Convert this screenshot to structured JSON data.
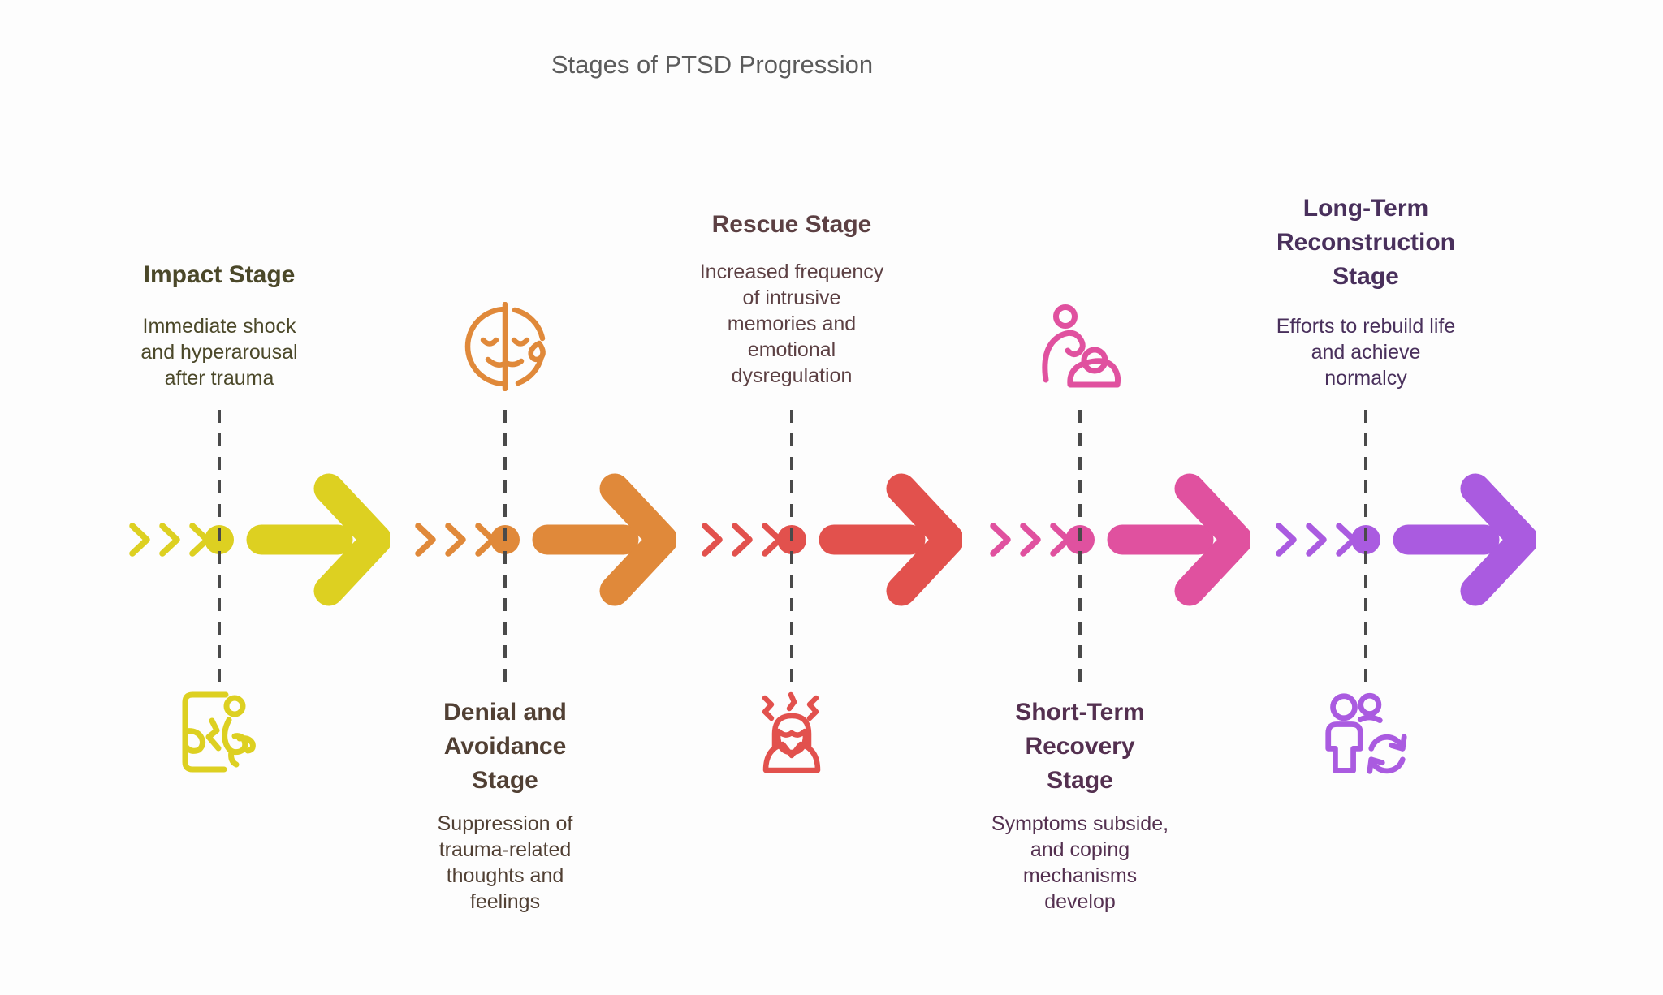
{
  "page_title": "Stages of PTSD Progression",
  "title_color": "#5b5b5b",
  "background_color": "#fdfdfd",
  "connector_color": "#4a4a4a",
  "motif": {
    "chevrons": "triple-chevron-right-icon",
    "marker": "stage-dot",
    "arrow": "forward-arrow-icon"
  },
  "stages": [
    {
      "title": "Impact Stage",
      "description": "Immediate shock\nand hyperarousal\nafter trauma",
      "icon": "person-impact-icon",
      "accent_color": "#ddd021",
      "text_color": "#4b4829",
      "text_position": "above",
      "icon_position": "below"
    },
    {
      "title": "Denial and\nAvoidance\nStage",
      "description": "Suppression of\ntrauma-related\nthoughts and\nfeelings",
      "icon": "split-face-tear-icon",
      "accent_color": "#e0893a",
      "text_color": "#514034",
      "text_position": "below",
      "icon_position": "above"
    },
    {
      "title": "Rescue Stage",
      "description": "Increased frequency\nof intrusive\nmemories and\nemotional\ndysregulation",
      "icon": "stressed-person-icon",
      "accent_color": "#e2514d",
      "text_color": "#5c4043",
      "text_position": "above",
      "icon_position": "below"
    },
    {
      "title": "Short-Term\nRecovery\nStage",
      "description": "Symptoms subside,\nand coping\nmechanisms\ndevelop",
      "icon": "comforting-person-icon",
      "accent_color": "#e0519f",
      "text_color": "#543050",
      "text_position": "below",
      "icon_position": "above"
    },
    {
      "title": "Long-Term\nReconstruction\nStage",
      "description": "Efforts to rebuild life\nand achieve\nnormalcy",
      "icon": "people-renewal-icon",
      "accent_color": "#aa5be0",
      "text_color": "#49305c",
      "text_position": "above",
      "icon_position": "below"
    }
  ]
}
